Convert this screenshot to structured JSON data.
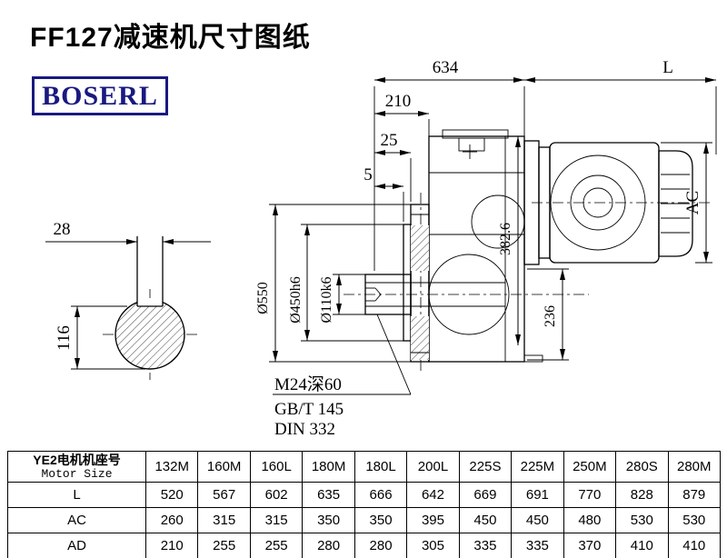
{
  "page": {
    "title": "FF127减速机尺寸图纸",
    "logo": "BOSERL"
  },
  "drawing": {
    "colors": {
      "line": "#000000",
      "logo_blue": "#191980"
    },
    "dims": {
      "overall_length": "634",
      "motor_length": "L",
      "step_210": "210",
      "step_25": "25",
      "step_5": "5",
      "motor_height": "AC",
      "key_width": "28",
      "keyway_height": "116",
      "flange_dia": "Ø550",
      "spigot_dia": "Ø450h6",
      "shaft_dia": "Ø110k6",
      "height_382": "382.6",
      "height_236": "236"
    },
    "callout": {
      "tap": "M24深60",
      "std_gb": "GB/T 145",
      "std_din": "DIN 332"
    }
  },
  "table": {
    "header_cn": "YE2电机机座号",
    "header_en": "Motor Size",
    "columns": [
      "132M",
      "160M",
      "160L",
      "180M",
      "180L",
      "200L",
      "225S",
      "225M",
      "250M",
      "280S",
      "280M"
    ],
    "rows": [
      {
        "label": "L",
        "values": [
          "520",
          "567",
          "602",
          "635",
          "666",
          "642",
          "669",
          "691",
          "770",
          "828",
          "879"
        ]
      },
      {
        "label": "AC",
        "values": [
          "260",
          "315",
          "315",
          "350",
          "350",
          "395",
          "450",
          "450",
          "480",
          "530",
          "530"
        ]
      },
      {
        "label": "AD",
        "values": [
          "210",
          "255",
          "255",
          "280",
          "280",
          "305",
          "335",
          "335",
          "370",
          "410",
          "410"
        ]
      }
    ]
  }
}
